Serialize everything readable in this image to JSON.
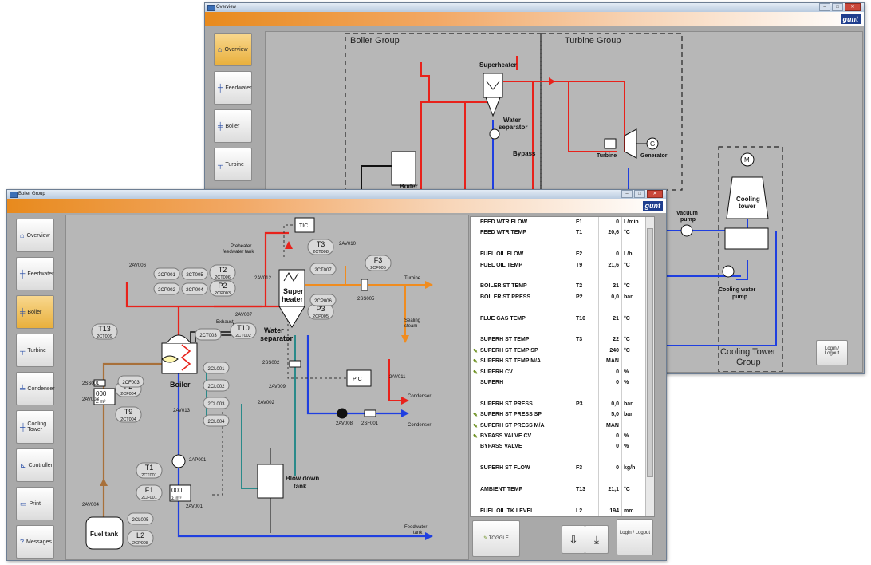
{
  "overview_window": {
    "title": "Overview",
    "logo": "gunt",
    "nav": [
      "Overview",
      "Feedwater",
      "Boiler",
      "Turbine"
    ],
    "groups": {
      "boiler": "Boiler Group",
      "turbine": "Turbine Group",
      "cooling_line1": "Cooling Tower",
      "cooling_line2": "Group"
    },
    "labels": {
      "superheater": "Superheater",
      "water_sep1": "Water",
      "water_sep2": "separator",
      "bypass": "Bypass",
      "boiler": "Boiler",
      "turbine": "Turbine",
      "generator": "Generator",
      "generator_symbol": "G",
      "vacuum1": "Vacuum",
      "vacuum2": "pump",
      "cooling1": "Cooling",
      "cooling2": "tower",
      "motor": "M",
      "cw1": "Cooling water",
      "cw2": "pump"
    },
    "login": "Login / Logout"
  },
  "boiler_window": {
    "title": "Boiler Group",
    "logo": "gunt",
    "nav": [
      {
        "label": "Overview",
        "icon": "⌂"
      },
      {
        "label": "Feedwater",
        "icon": "╪"
      },
      {
        "label": "Boiler",
        "icon": "╪"
      },
      {
        "label": "Turbine",
        "icon": "╤"
      },
      {
        "label": "Condenser",
        "icon": "╧"
      },
      {
        "label": "Cooling Tower",
        "icon": "╫"
      },
      {
        "label": "Controller",
        "icon": "⊾"
      },
      {
        "label": "Print",
        "icon": "▭"
      },
      {
        "label": "Messages",
        "icon": "?"
      }
    ],
    "active_nav": "Boiler",
    "diagram": {
      "tic": "TIC",
      "pic": "PIC",
      "preheater1": "Preheater",
      "preheater2": "feedwater tank",
      "exhaust": "Exhaust",
      "boiler": "Boiler",
      "super1": "Super",
      "super2": "heater",
      "water_sep1": "Water",
      "water_sep2": "separator",
      "turbine": "Turbine",
      "sealing1": "Sealing",
      "sealing2": "steam",
      "condenser1": "Condenser",
      "condenser2": "Condenser",
      "blowdown1": "Blow down",
      "blowdown2": "tank",
      "fuel_tank": "Fuel tank",
      "feedwater1": "Feedwater",
      "feedwater2": "tank",
      "counter1": "000",
      "counter1_unit": "Σ m³",
      "counter2": "000",
      "counter2_unit": "Σ m³",
      "valves": [
        "2AV006",
        "2AV012",
        "2AV007",
        "2AV010",
        "2SS005",
        "2AV011",
        "2SS002",
        "2AV009",
        "2AV002",
        "2AV013",
        "2AV008",
        "2SF001",
        "2SS001",
        "2AV003",
        "2AV004",
        "2AP001",
        "2AV001"
      ],
      "plain_tags": [
        "2CP001",
        "2CT005",
        "2CP002",
        "2CP004",
        "2CT003",
        "2CT007",
        "2CP006",
        "2CF003",
        "2CL001",
        "2CL002",
        "2CL003",
        "2CL004",
        "2CL005"
      ],
      "sensors": [
        {
          "t": "T2",
          "s": "2CT006"
        },
        {
          "t": "P2",
          "s": "2CP003"
        },
        {
          "t": "T3",
          "s": "2CT008"
        },
        {
          "t": "F3",
          "s": "2CF005"
        },
        {
          "t": "P3",
          "s": "2CP005"
        },
        {
          "t": "T10",
          "s": "2CT002"
        },
        {
          "t": "T13",
          "s": "2CT009"
        },
        {
          "t": "F2",
          "s": "2CF004"
        },
        {
          "t": "T9",
          "s": "2CT004"
        },
        {
          "t": "T1",
          "s": "2CT001"
        },
        {
          "t": "F1",
          "s": "2CF001"
        },
        {
          "t": "L2",
          "s": "2CP008"
        }
      ]
    },
    "table": [
      {
        "name": "FEED WTR FLOW",
        "tag": "F1",
        "value": "0",
        "unit": "L/min",
        "pen": false
      },
      {
        "name": "FEED WTR TEMP",
        "tag": "T1",
        "value": "20,6",
        "unit": "°C",
        "pen": false
      },
      {
        "name": "",
        "tag": "",
        "value": "",
        "unit": "",
        "pen": false
      },
      {
        "name": "FUEL OIL FLOW",
        "tag": "F2",
        "value": "0",
        "unit": "L/h",
        "pen": false
      },
      {
        "name": "FUEL OIL TEMP",
        "tag": "T9",
        "value": "21,6",
        "unit": "°C",
        "pen": false
      },
      {
        "name": "",
        "tag": "",
        "value": "",
        "unit": "",
        "pen": false
      },
      {
        "name": "BOILER ST TEMP",
        "tag": "T2",
        "value": "21",
        "unit": "°C",
        "pen": false
      },
      {
        "name": "BOILER ST PRESS",
        "tag": "P2",
        "value": "0,0",
        "unit": "bar",
        "pen": false
      },
      {
        "name": "",
        "tag": "",
        "value": "",
        "unit": "",
        "pen": false
      },
      {
        "name": "FLUE GAS TEMP",
        "tag": "T10",
        "value": "21",
        "unit": "°C",
        "pen": false
      },
      {
        "name": "",
        "tag": "",
        "value": "",
        "unit": "",
        "pen": false
      },
      {
        "name": "SUPERH ST TEMP",
        "tag": "T3",
        "value": "22",
        "unit": "°C",
        "pen": false
      },
      {
        "name": "SUPERH ST TEMP SP",
        "tag": "",
        "value": "240",
        "unit": "°C",
        "pen": true
      },
      {
        "name": "SUPERH ST TEMP M/A",
        "tag": "",
        "value": "MAN",
        "unit": "",
        "pen": true
      },
      {
        "name": "SUPERH CV",
        "tag": "",
        "value": "0",
        "unit": "%",
        "pen": true
      },
      {
        "name": "SUPERH",
        "tag": "",
        "value": "0",
        "unit": "%",
        "pen": false
      },
      {
        "name": "",
        "tag": "",
        "value": "",
        "unit": "",
        "pen": false
      },
      {
        "name": "SUPERH ST PRESS",
        "tag": "P3",
        "value": "0,0",
        "unit": "bar",
        "pen": false
      },
      {
        "name": "SUPERH ST PRESS SP",
        "tag": "",
        "value": "5,0",
        "unit": "bar",
        "pen": true
      },
      {
        "name": "SUPERH ST PRESS M/A",
        "tag": "",
        "value": "MAN",
        "unit": "",
        "pen": true
      },
      {
        "name": "BYPASS VALVE CV",
        "tag": "",
        "value": "0",
        "unit": "%",
        "pen": true
      },
      {
        "name": "BYPASS VALVE",
        "tag": "",
        "value": "0",
        "unit": "%",
        "pen": false
      },
      {
        "name": "",
        "tag": "",
        "value": "",
        "unit": "",
        "pen": false
      },
      {
        "name": "SUPERH ST FLOW",
        "tag": "F3",
        "value": "0",
        "unit": "kg/h",
        "pen": false
      },
      {
        "name": "",
        "tag": "",
        "value": "",
        "unit": "",
        "pen": false
      },
      {
        "name": "AMBIENT TEMP",
        "tag": "T13",
        "value": "21,1",
        "unit": "°C",
        "pen": false
      },
      {
        "name": "",
        "tag": "",
        "value": "",
        "unit": "",
        "pen": false
      },
      {
        "name": "FUEL OIL TK LEVEL",
        "tag": "L2",
        "value": "194",
        "unit": "mm",
        "pen": false
      }
    ],
    "toggle": "TOGGLE",
    "login": "Login / Logout"
  },
  "colors": {
    "steam": "#e8221b",
    "water": "#1f3fe0",
    "superheated": "#f08c1f",
    "fuel": "#a8703a",
    "blowdown": "#2a8a8a",
    "active_nav": "#eeb84a"
  }
}
